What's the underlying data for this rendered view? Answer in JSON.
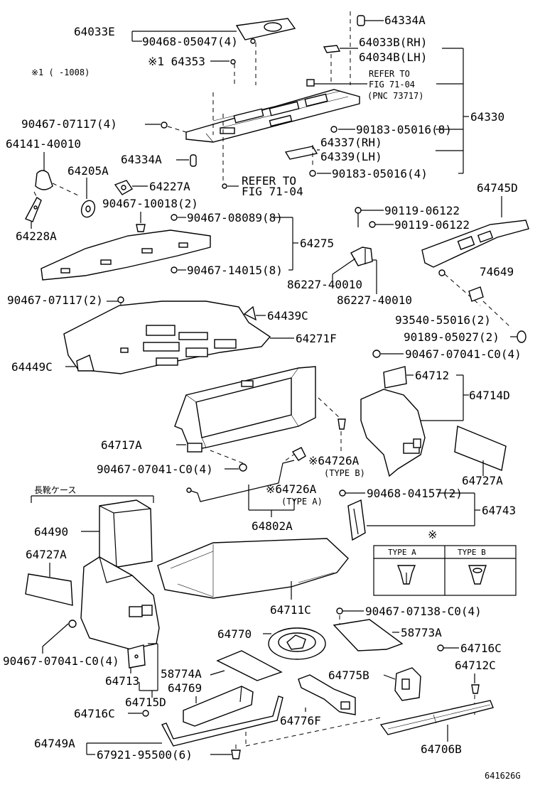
{
  "diagram": {
    "ref_code": "641626G",
    "note_mark": "※1 ( -1008)",
    "box_label": "長靴ケース",
    "type_table": {
      "mark": "※",
      "col_a": "TYPE A",
      "col_b": "TYPE B"
    },
    "labels": {
      "l64033E": "64033E",
      "l90468_05047": "90468-05047(4)",
      "l64334A_top": "64334A",
      "l64353": "※1 64353",
      "l64033B": "64033B(RH)",
      "l64034B": "64034B(LH)",
      "l_refer1a": "REFER TO",
      "l_refer1b": "FIG 71-04",
      "l_refer1c": "(PNC 73717)",
      "l64330": "64330",
      "l90467_07117_4": "90467-07117(4)",
      "l90183_05016_8": "90183-05016(8)",
      "l64141": "64141-40010",
      "l64334A_mid": "64334A",
      "l64337": "64337(RH)",
      "l64339": "64339(LH)",
      "l64205A": "64205A",
      "l90183_05016_4": "90183-05016(4)",
      "l_refer2a": "REFER TO",
      "l_refer2b": "FIG 71-04",
      "l64227A": "64227A",
      "l64745D": "64745D",
      "l90467_10018": "90467-10018(2)",
      "l90467_08089": "90467-08089(8)",
      "l90119_a": "90119-06122",
      "l90119_b": "90119-06122",
      "l64228A": "64228A",
      "l64275": "64275",
      "l90467_14015": "90467-14015(8)",
      "l74649": "74649",
      "l86227_a": "86227-40010",
      "l86227_b": "86227-40010",
      "l90467_07117_2": "90467-07117(2)",
      "l64439C": "64439C",
      "l93540": "93540-55016(2)",
      "l64271F": "64271F",
      "l90189": "90189-05027(2)",
      "l90467_07041_a": "90467-07041-C0(4)",
      "l64449C": "64449C",
      "l64712": "64712",
      "l64714D": "64714D",
      "l64717A": "64717A",
      "l64726A_b": "※64726A",
      "l_typeb": "(TYPE B)",
      "l90467_07041_b": "90467-07041-C0(4)",
      "l64727A_r": "64727A",
      "l64726A_a": "※64726A",
      "l_typea": "(TYPE A)",
      "l90468_04157": "90468-04157(2)",
      "l64743": "64743",
      "l64802A": "64802A",
      "l64490": "64490",
      "l64727A_l": "64727A",
      "l64711C": "64711C",
      "l90467_07138": "90467-07138-C0(4)",
      "l64770": "64770",
      "l58773A": "58773A",
      "l90467_07041_c": "90467-07041-C0(4)",
      "l64716C_r": "64716C",
      "l58774A": "58774A",
      "l64713": "64713",
      "l64712C": "64712C",
      "l64775B": "64775B",
      "l64769": "64769",
      "l64715D": "64715D",
      "l64716C_l": "64716C",
      "l64776F": "64776F",
      "l64749A": "64749A",
      "l67921": "67921-95500(6)",
      "l64706B": "64706B"
    }
  }
}
